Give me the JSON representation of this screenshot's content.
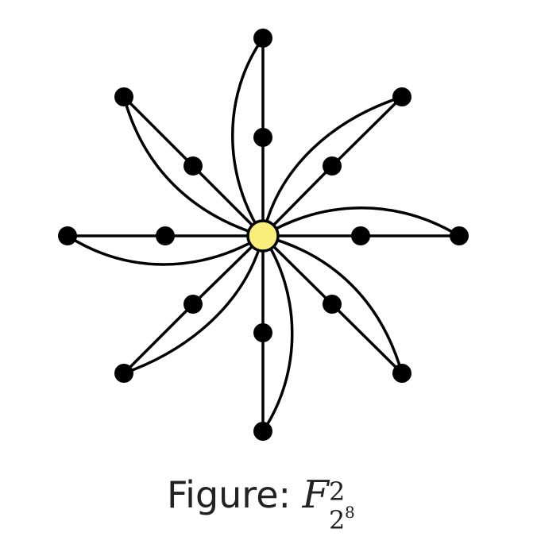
{
  "figure": {
    "caption_prefix": "Figure:",
    "symbol": "F",
    "superscript": "2",
    "subscript_base": "2",
    "subscript_exponent": "8"
  },
  "graph": {
    "center_color": "#f9ee7a",
    "vertex_color": "#000000",
    "edge_color": "#000000",
    "branch_count": 8,
    "middle_vertices_per_branch": 1
  }
}
